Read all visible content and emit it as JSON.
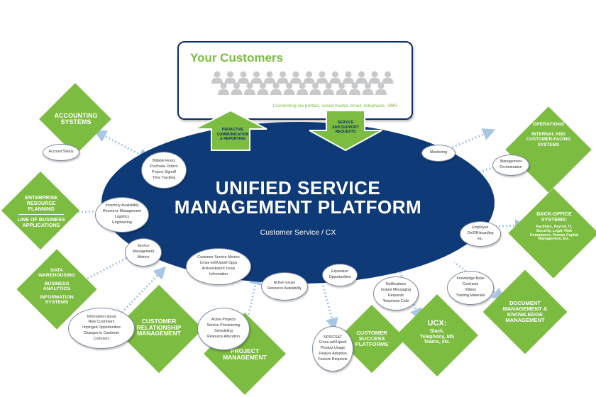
{
  "customers": {
    "title": "Your Customers",
    "subtitle": "Connecting via portals, social media, email, telephone, SMS"
  },
  "arrows": {
    "up_label": [
      "PROACTIVE",
      "COMMUNICATION",
      "& REPORTING"
    ],
    "down_label": [
      "SERVICE",
      "AND SUPPORT",
      "REQUESTS"
    ]
  },
  "platform": {
    "title_line1": "UNIFIED  SERVICE",
    "title_line2": "MANAGEMENT PLATFORM",
    "subtitle": "Customer Service / CX"
  },
  "systems": {
    "accounting": "ACCOUNTING SYSTEMS",
    "erp": "ENTERPRISE RESOURCE PLANNING",
    "lob": "LINE OF BUSINESS APPLICATIONS",
    "data_warehousing": "DATA WAREHOUSING",
    "business_analytics": "BUSINESS ANALYTICS",
    "information_systems": "INFORMATION SYSTEMS",
    "crm": "CUSTOMER RELATIONSHIP MANAGEMENT",
    "project_management": "PROJECT MANAGEMENT",
    "customer_success": "CUSTOMER SUCCESS PLATFORMS",
    "ucx_title": "UCX:",
    "ucx_body": "Slack, Telephony, MS Teams, etc.",
    "document_management": "DOCUMENT MANAGEMENT & KNOWLEDGE MANAGEMENT",
    "back_office_title": "BACK-OFFICE SYSTEMS:",
    "back_office_body": "Facilities, Payroll, IT, Security, Legal, Risk Compliance, Human Capital Management, Etc.",
    "operations_title": "OPERATIONS",
    "operations_body": "INTERNAL AND CUSTOMER-FACING SYSTEMS"
  },
  "bubbles": {
    "account_status": [
      "Account Status"
    ],
    "billable_hours": [
      "Billable Hours",
      "Purchase Orders",
      "Project Signoff",
      "Time Tracking"
    ],
    "inventory": [
      "Inventory Availability",
      "Resource Management",
      "Logistics",
      "Engineering"
    ],
    "service_metrics": [
      "Service",
      "Management",
      "Metrics"
    ],
    "cs_metrics": [
      "Customer Service Metrics",
      "Cross-sell/Upsell Opps",
      "Active/Historic Issue",
      "Information"
    ],
    "new_customers": [
      "Information about",
      "New Customers",
      "Impinged Opportunities",
      "Changes to Customer",
      "Contracts"
    ],
    "active_projects": [
      "Active Projects",
      "Service Provisioning",
      "Scheduling",
      "Resource Allocation"
    ],
    "active_issues": [
      "Active Issues",
      "Resource Availability"
    ],
    "expansion": [
      "Expansion",
      "Opportunities"
    ],
    "nps": [
      "NPS/CSAT",
      "Cross-sell/Upsell",
      "Product Usage",
      "Feature Adoption",
      "Feature Requests"
    ],
    "notifications": [
      "Notifications",
      "Instant Messaging",
      "Requests",
      "Telephone Calls"
    ],
    "knowledge_base": [
      "Knowledge Base",
      "Contracts",
      "Videos",
      "Training Materials"
    ],
    "employee": [
      "Employee",
      "On/Off-boarding",
      "etc."
    ],
    "monitoring": [
      "Monitoring"
    ],
    "orchestration": [
      "Management",
      "Orchestration"
    ]
  },
  "colors": {
    "green": "#7cbc41",
    "navy": "#0c2d6b",
    "ellipse": "#0e3b78",
    "dotted": "#a9c7e4"
  }
}
